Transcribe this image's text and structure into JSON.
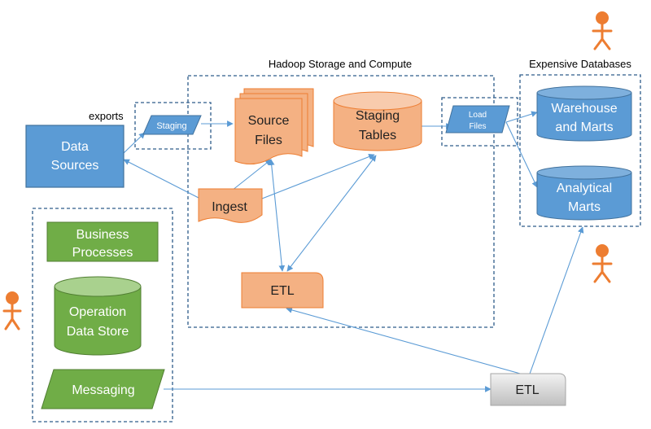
{
  "groups": {
    "hadoop": {
      "title": "Hadoop Storage and Compute"
    },
    "expensive_dbs": {
      "title": "Expensive Databases"
    },
    "operations": {
      "title": ""
    }
  },
  "labels": {
    "exports": "exports"
  },
  "nodes": {
    "data_sources": {
      "line1": "Data",
      "line2": "Sources"
    },
    "staging_parallelogram": {
      "label": "Staging"
    },
    "source_files": {
      "line1": "Source",
      "line2": "Files"
    },
    "staging_tables": {
      "line1": "Staging",
      "line2": "Tables"
    },
    "load_files": {
      "line1": "Load",
      "line2": "Files"
    },
    "warehouse": {
      "line1": "Warehouse",
      "line2": "and Marts"
    },
    "analytical": {
      "line1": "Analytical",
      "line2": "Marts"
    },
    "ingest": {
      "label": "Ingest"
    },
    "etl_hadoop": {
      "label": "ETL"
    },
    "business_processes": {
      "line1": "Business",
      "line2": "Processes"
    },
    "operation_data_store": {
      "line1": "Operation",
      "line2": "Data Store"
    },
    "messaging": {
      "label": "Messaging"
    },
    "etl_external": {
      "label": "ETL"
    }
  },
  "actors": [
    {
      "name": "person-icon-top-right"
    },
    {
      "name": "person-icon-mid-right"
    },
    {
      "name": "person-icon-left"
    }
  ],
  "colors": {
    "blue_fill": "#5b9bd5",
    "blue_stroke": "#41719c",
    "orange_fill": "#f4b183",
    "orange_stroke": "#ed7d31",
    "green_fill": "#70ad47",
    "green_stroke": "#507e32",
    "gray_fill": "#d9d9d9",
    "arrow": "#5b9bd5",
    "group_border": "#2e5c8a",
    "actor": "#ed7d31"
  }
}
